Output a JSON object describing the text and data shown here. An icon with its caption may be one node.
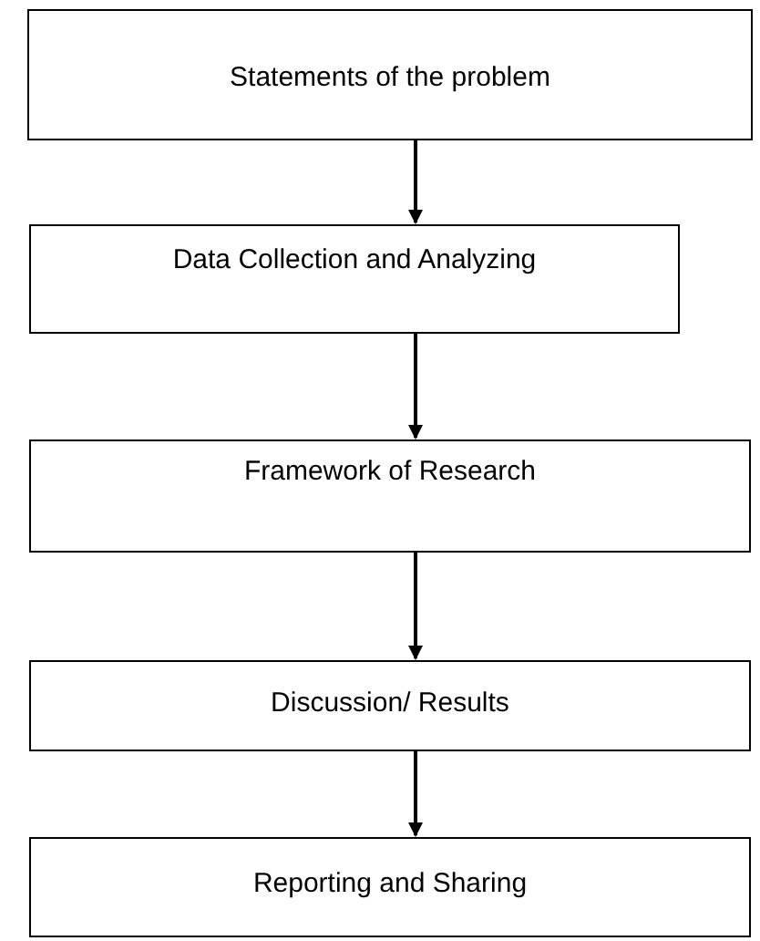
{
  "diagram": {
    "nodes": [
      {
        "text": [
          "Statements of the problem"
        ]
      },
      {
        "text": [
          "Data Collection and Analyzing"
        ]
      },
      {
        "text": [
          "Framework of Research"
        ]
      },
      {
        "text": [
          "Discussion/ Results"
        ]
      },
      {
        "text": [
          "Reporting and Sharing"
        ]
      }
    ],
    "edges": [
      {
        "from": 0,
        "to": 1,
        "arrow": "to"
      },
      {
        "from": 1,
        "to": 2,
        "arrow": "to"
      },
      {
        "from": 2,
        "to": 3,
        "arrow": "to"
      },
      {
        "from": 3,
        "to": 4,
        "arrow": "to"
      }
    ]
  }
}
